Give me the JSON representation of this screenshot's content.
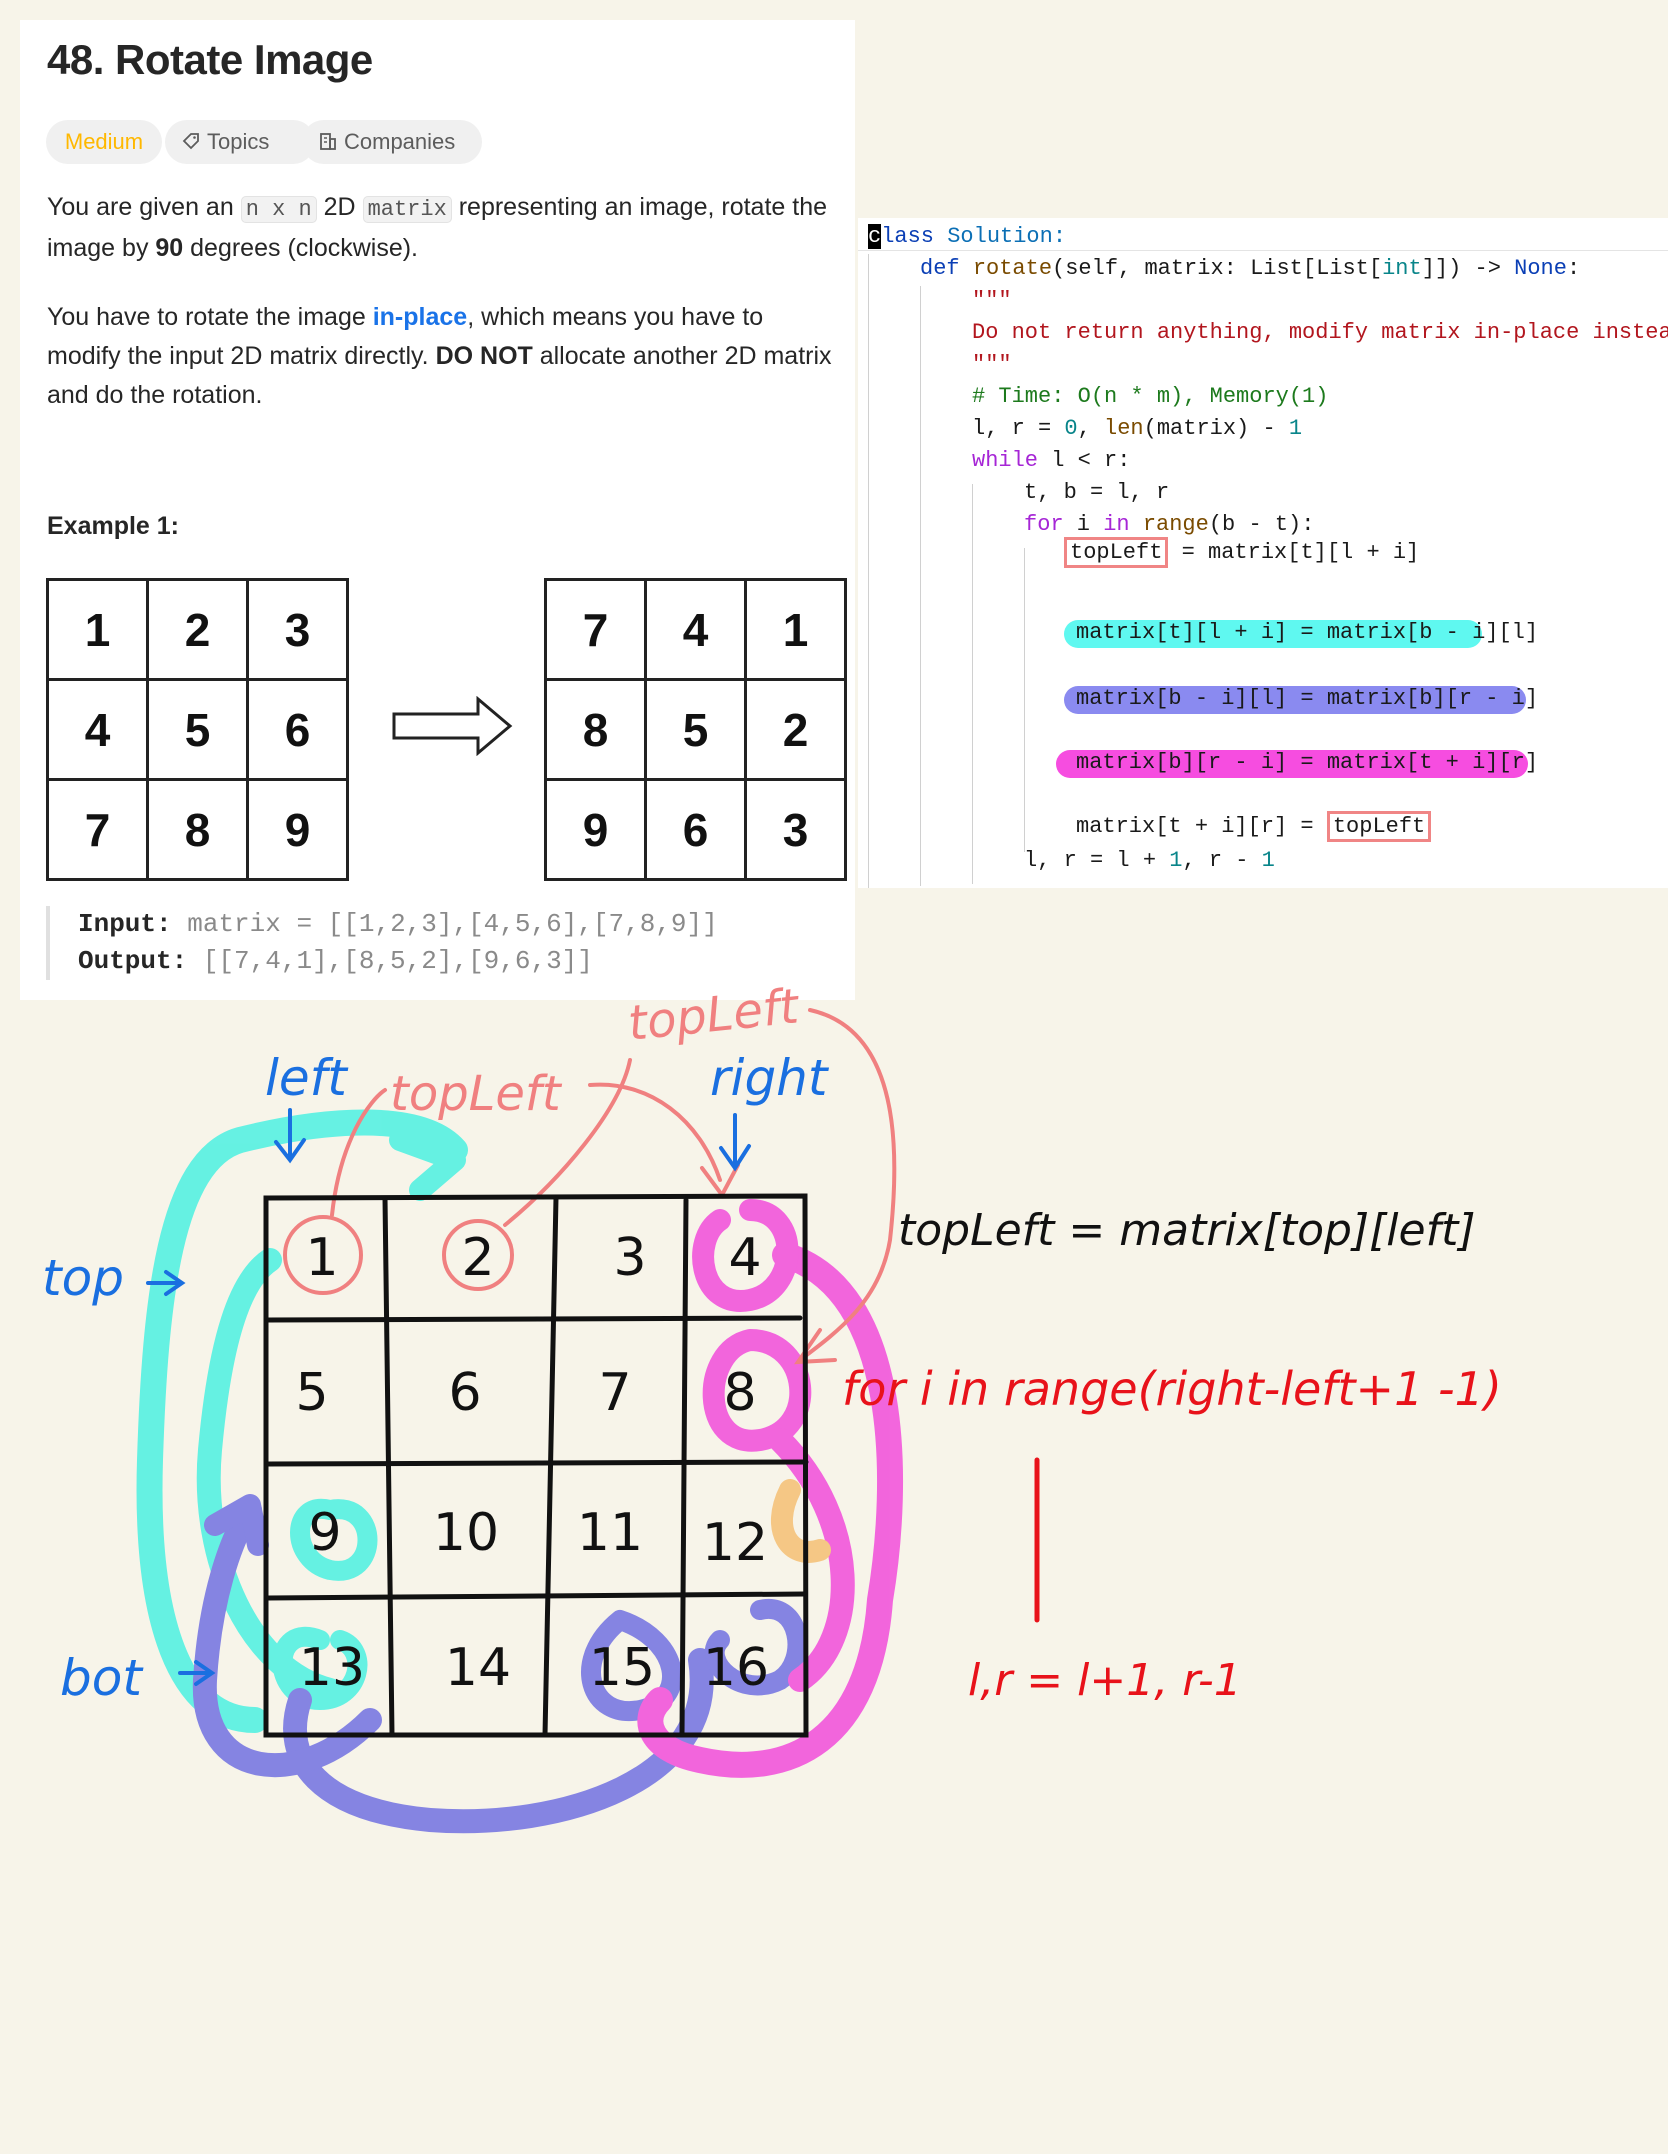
{
  "problem": {
    "title": "48. Rotate Image",
    "tags": {
      "difficulty": "Medium",
      "topics": "Topics",
      "companies": "Companies"
    },
    "desc1": {
      "pre": "You are given an ",
      "chip1": "n x n",
      "mid": " 2D ",
      "chip2": "matrix",
      "post": " representing an image, rotate the image by ",
      "bold": "90",
      "end": " degrees (clockwise)."
    },
    "desc2": {
      "pre": "You have to rotate the image ",
      "link": "in-place",
      "mid": ", which means you have to modify the input 2D matrix directly. ",
      "bold": "DO NOT",
      "end": " allocate another 2D matrix and do the rotation."
    },
    "example_label": "Example 1:",
    "input_grid": [
      [
        "1",
        "2",
        "3"
      ],
      [
        "4",
        "5",
        "6"
      ],
      [
        "7",
        "8",
        "9"
      ]
    ],
    "output_grid": [
      [
        "7",
        "4",
        "1"
      ],
      [
        "8",
        "5",
        "2"
      ],
      [
        "9",
        "6",
        "3"
      ]
    ],
    "input_label": "Input:",
    "input_value": "matrix = [[1,2,3],[4,5,6],[7,8,9]]",
    "output_label": "Output:",
    "output_value": "[[7,4,1],[8,5,2],[9,6,3]]"
  },
  "code": {
    "l1a": "c",
    "l1b": "lass",
    "l1c": " Solution:",
    "l2a": "def",
    "l2b": "rotate",
    "l2c": "(self, matrix: List[List[",
    "l2d": "int",
    "l2e": "]]) -> ",
    "l2f": "None",
    "l2g": ":",
    "l3": "\"\"\"",
    "l4": "Do not return anything, modify matrix in-place instead.",
    "l5": "\"\"\"",
    "l6": "# Time: O(n * m), Memory(1)",
    "l7a": "l, r = ",
    "l7b": "0",
    "l7c": ", ",
    "l7d": "len",
    "l7e": "(matrix) - ",
    "l7f": "1",
    "l8a": "while",
    "l8b": " l < r:",
    "l9": "t, b = l, r",
    "l10a": "for",
    "l10b": " i ",
    "l10c": "in",
    "l10d": " ",
    "l10e": "range",
    "l10f": "(b - t):",
    "l11a": "topLeft",
    "l11b": " = matrix[t][l + i]",
    "l12": "matrix[t][l + i] = matrix[b - i][l]",
    "l13": "matrix[b - i][l] = matrix[b][r - i]",
    "l14": "matrix[b][r - i] = matrix[t + i][r]",
    "l15a": "matrix[t + i][r] = ",
    "l15b": "topLeft",
    "l16a": "l, r = l + ",
    "l16b": "1",
    "l16c": ", r - ",
    "l16d": "1"
  },
  "drawing": {
    "grid": [
      [
        "1",
        "2",
        "3",
        "4"
      ],
      [
        "5",
        "6",
        "7",
        "8"
      ],
      [
        "9",
        "10",
        "11",
        "12"
      ],
      [
        "13",
        "14",
        "15",
        "16"
      ]
    ],
    "labels": {
      "left": "left",
      "right": "right",
      "top": "top",
      "bot": "bot",
      "topleft_a": "topLeft",
      "topleft_b": "topLeft",
      "formula": "topLeft = matrix[top][left]",
      "for_loop": "for  i  in  range(right-left+1 -1)",
      "update": "l,r = l+1, r-1"
    },
    "colors": {
      "cyan": "#2ef0e0",
      "blue": "#6b6be0",
      "magenta": "#f12fd8",
      "salmon": "#f08080",
      "orange": "#f5b660",
      "label_blue": "#1a6fe0",
      "red": "#e8121a"
    }
  }
}
